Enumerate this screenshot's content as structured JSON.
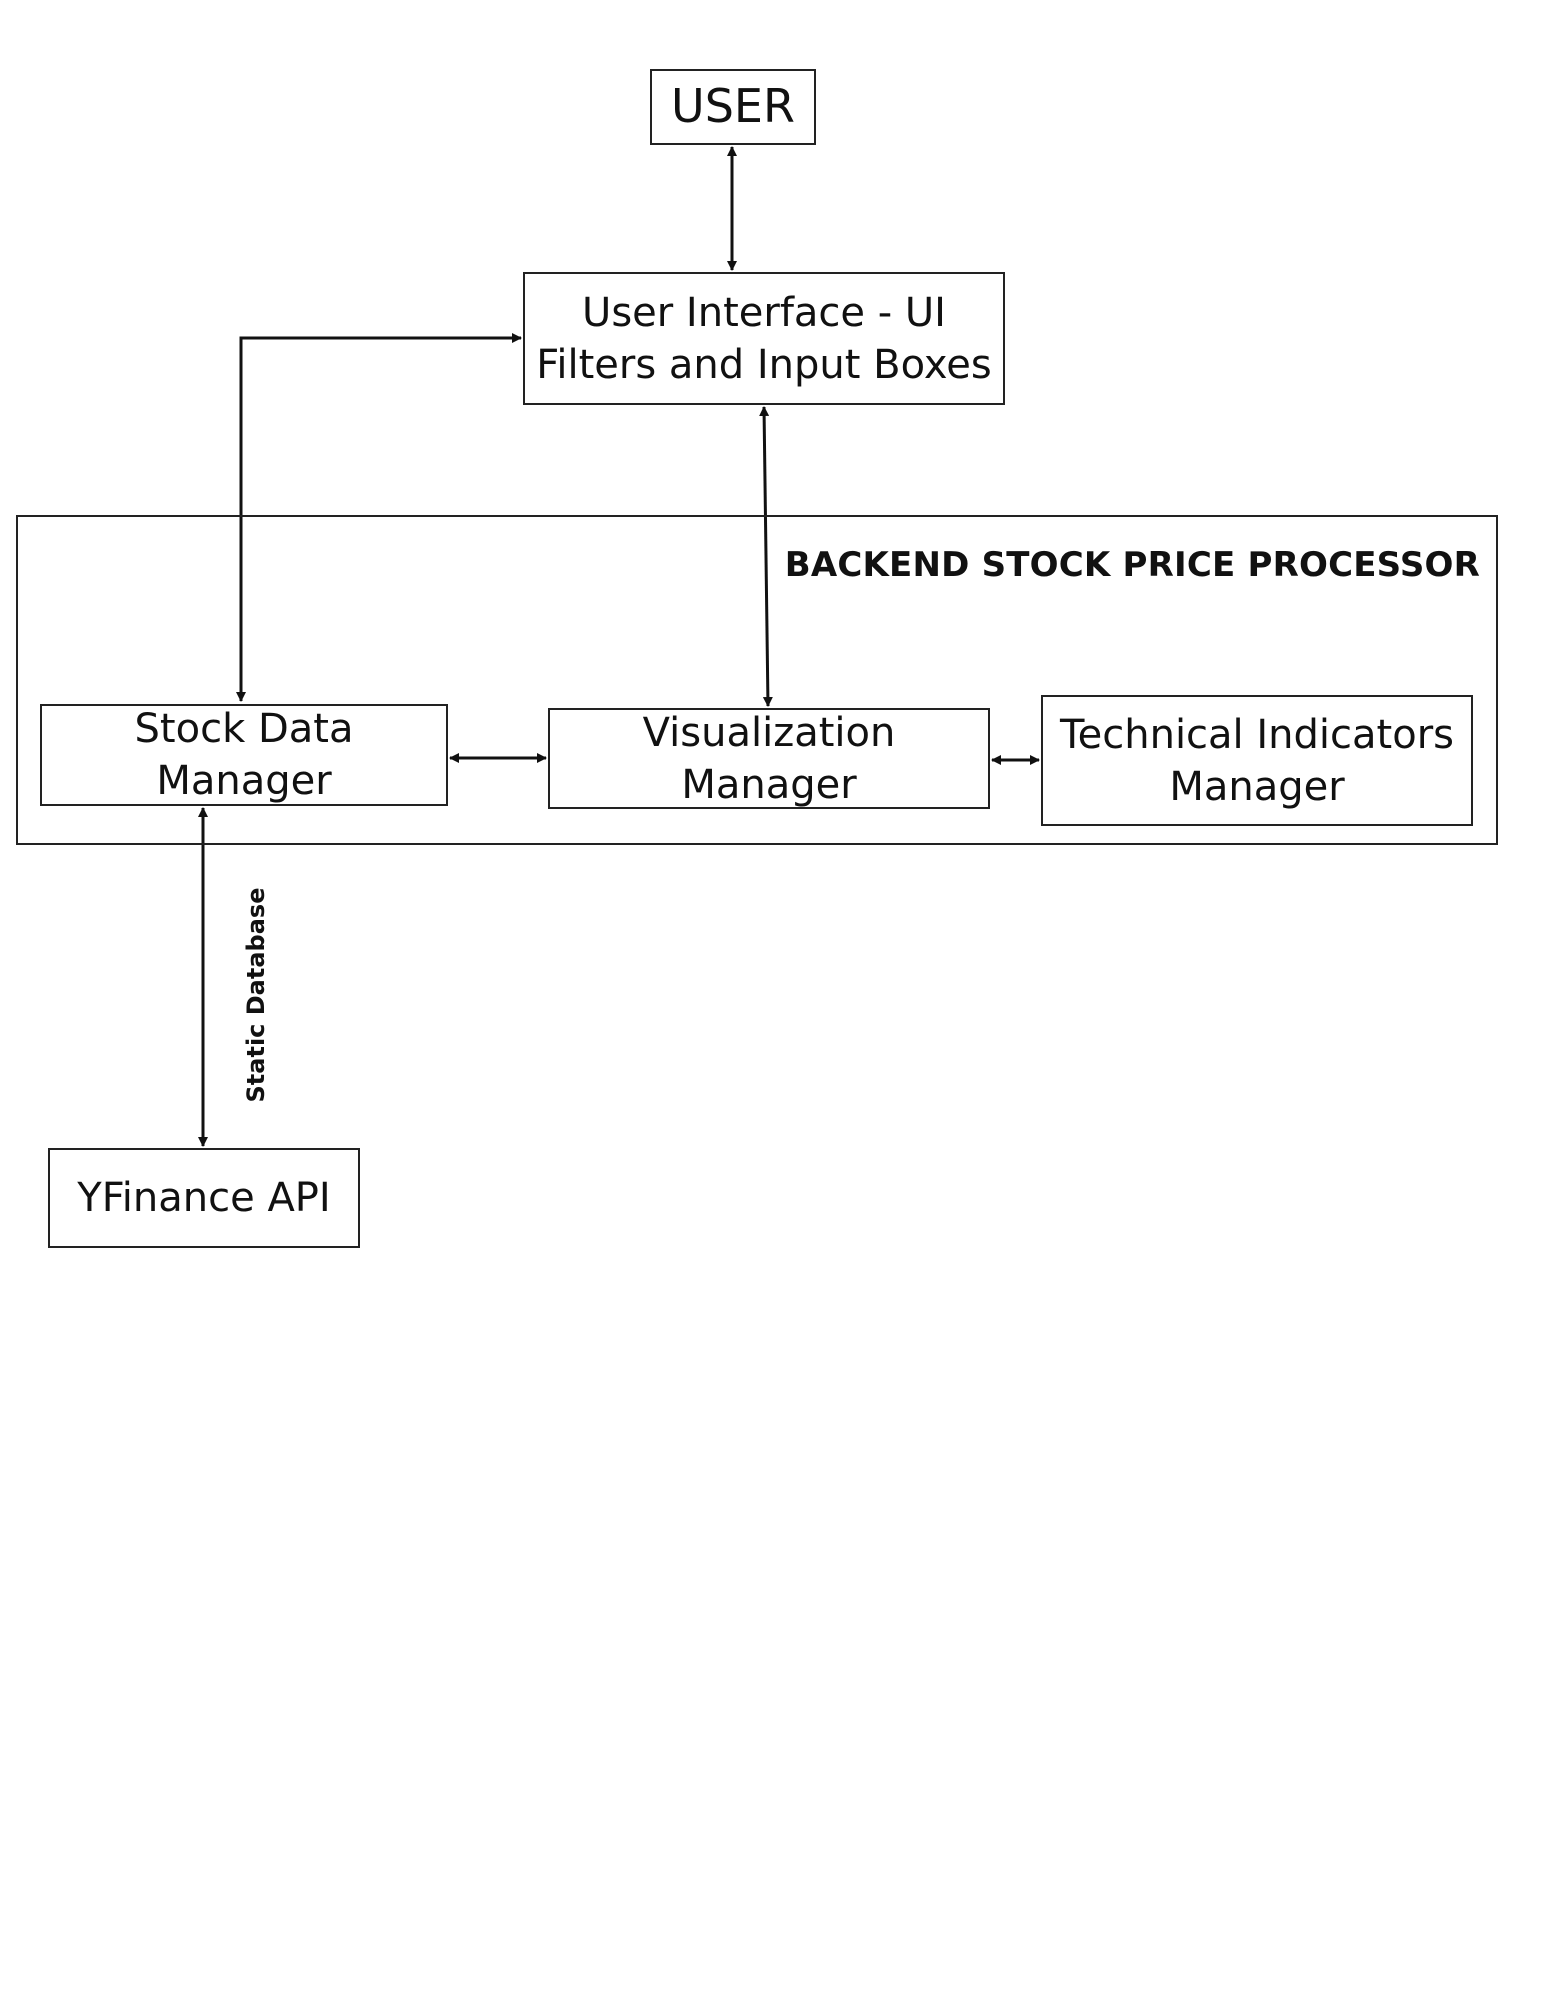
{
  "nodes": {
    "user": "USER",
    "ui_line1": "User Interface - UI",
    "ui_line2": "Filters and Input Boxes",
    "backend_title": "BACKEND STOCK PRICE PROCESSOR",
    "stock_data_manager": "Stock Data Manager",
    "visualization_manager": "Visualization Manager",
    "technical_line1": "Technical Indicators",
    "technical_line2": "Manager",
    "yfinance": "YFinance API"
  },
  "edges": [
    {
      "from": "USER",
      "to": "User Interface - UI",
      "direction": "both"
    },
    {
      "from": "User Interface - UI",
      "to": "Stock Data Manager",
      "direction": "both"
    },
    {
      "from": "User Interface - UI",
      "to": "Visualization Manager",
      "direction": "both"
    },
    {
      "from": "Stock Data Manager",
      "to": "Visualization Manager",
      "direction": "both"
    },
    {
      "from": "Visualization Manager",
      "to": "Technical Indicators Manager",
      "direction": "both"
    },
    {
      "from": "Stock Data Manager",
      "to": "YFinance API",
      "direction": "both"
    }
  ],
  "edge_labels": {
    "static_database": "Static Database"
  }
}
